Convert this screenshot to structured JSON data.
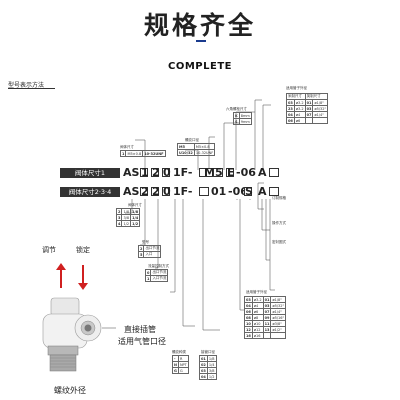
{
  "title": "规格齐全",
  "subtitle": "COMPLETE",
  "model_heading": "型号表示方法",
  "row1": {
    "label": "阀体尺寸1",
    "code_prefix": "AS",
    "code_d1": "1",
    "code_d2": "2",
    "code_d3": "0",
    "code_suffix": "1F-",
    "code_mid": "M5",
    "code_e": "E",
    "code_dash": "-06",
    "code_a": "A"
  },
  "row2": {
    "label": "阀体尺寸2·3·4",
    "code_prefix": "AS",
    "code_d1": "2",
    "code_d2": "2",
    "code_d3": "0",
    "code_suffix": "1F-",
    "code_mid": "01",
    "code_dash": "-06",
    "code_s": "S",
    "code_a": "A"
  },
  "top_note_1": "阀体尺寸",
  "table_size": [
    [
      "1",
      "M5×0.8",
      "10-32UNF"
    ]
  ],
  "hex_label": "六角螺栓尺寸",
  "table_hex": [
    [
      "K",
      "8mm"
    ],
    [
      "S",
      "9mm"
    ]
  ],
  "thread_label": "螺纹口径",
  "table_thread": [
    [
      "M5",
      "M5×0.8"
    ],
    [
      "U10/32",
      "10-32UNF"
    ]
  ],
  "right_note_1": "适用管子外径",
  "right_table_1_head": [
    "米制尺寸",
    "英制尺寸"
  ],
  "right_table_1": [
    [
      "03",
      "ø3.2",
      "01",
      "ø1/8\""
    ],
    [
      "23",
      "ø3.2",
      "03",
      "ø5/32\""
    ],
    [
      "04",
      "ø4",
      "07",
      "ø1/4\""
    ],
    [
      "06",
      "ø6",
      "",
      ""
    ]
  ],
  "left_note_2": "阀体尺寸",
  "table_size2": [
    [
      "2",
      "1/8",
      "1/8"
    ],
    [
      "3",
      "3/8",
      "1/4"
    ],
    [
      "4",
      "1/2",
      "1/2"
    ]
  ],
  "left_note_3": "型号",
  "table_type": [
    [
      "2",
      "出口节流"
    ],
    [
      "5",
      "入口"
    ]
  ],
  "left_note_4": "流量控制方式",
  "table_flow": [
    [
      "0",
      "出口节流"
    ],
    [
      "1",
      "入口节流"
    ]
  ],
  "mid_note_1": "螺纹种类",
  "table_thread_type": [
    [
      "-",
      "R"
    ],
    [
      "N",
      "NPT"
    ],
    [
      "G",
      "G"
    ]
  ],
  "bottom_note_1": "接管口径",
  "table_port": [
    [
      "01",
      "1/8"
    ],
    [
      "02",
      "1/4"
    ],
    [
      "03",
      "3/8"
    ],
    [
      "04",
      "1/2"
    ]
  ],
  "right_note_2": "订制规格",
  "right_note_3": "操作方式",
  "right_note_4": "密封圈式",
  "right_note_5": "适用管子外径",
  "right_table_2": [
    [
      "03",
      "ø3.2",
      "01",
      "ø1/8\""
    ],
    [
      "04",
      "ø4",
      "03",
      "ø5/32\""
    ],
    [
      "06",
      "ø6",
      "07",
      "ø1/4\""
    ],
    [
      "08",
      "ø8",
      "09",
      "ø5/16\""
    ],
    [
      "10",
      "ø10",
      "11",
      "ø3/8\""
    ],
    [
      "12",
      "ø12",
      "13",
      "ø1/2\""
    ],
    [
      "16",
      "ø16",
      "",
      ""
    ]
  ],
  "callouts": {
    "adjust": "调节",
    "lock": "锁定",
    "straight": "直接插管",
    "applicable": "适用气管口径",
    "thread": "螺纹外径"
  },
  "colors": {
    "accent": "#1a3b8e",
    "arrow_red": "#d02020",
    "dark": "#333333"
  }
}
